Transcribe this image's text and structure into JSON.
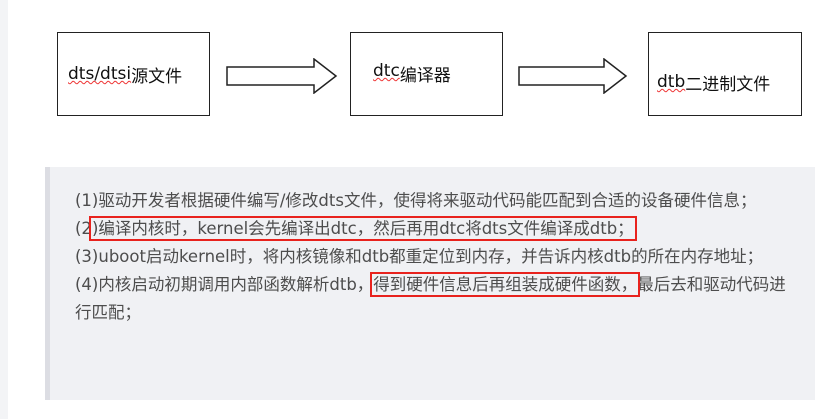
{
  "diagram": {
    "box1": {
      "code": "dts/dtsi",
      "text": "源文件"
    },
    "box2": {
      "code": "dtc",
      "text": "编译器"
    },
    "box3": {
      "code": "dtb",
      "text": "二进制文件"
    }
  },
  "notes": {
    "line1": "(1)驱动开发者根据硬件编写/修改dts文件，使得将来驱动代码能匹配到合适的设备硬件信息；",
    "line2_prefix": "(2",
    "line2_highlight": ")编译内核时，kernel会先编译出dtc，然后再用dtc将dts文件编译成dtb；",
    "line3": "(3)uboot启动kernel时，将内核镜像和dtb都重定位到内存，并告诉内核dtb的所在内存地址；",
    "line4_prefix": "(4)内核启动初期调用内部函数解析dtb，",
    "line4_highlight": "得到硬件信息后再组装成硬件函数，",
    "line4_suffix": "最后去和驱动代码进行匹配；"
  },
  "colors": {
    "highlight": "#e8221d",
    "quote_bg": "#f0f1f4"
  }
}
